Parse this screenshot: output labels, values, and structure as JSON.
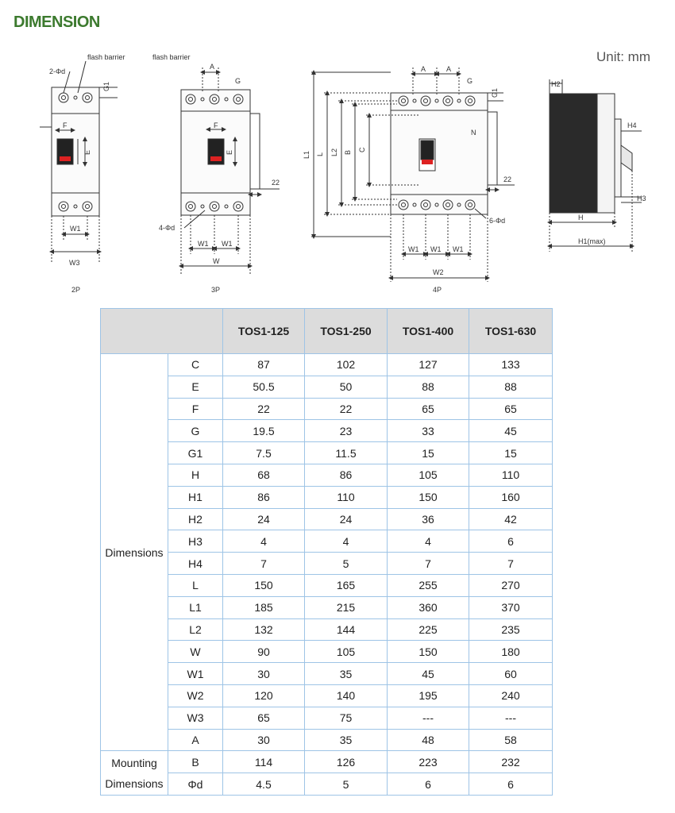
{
  "header": {
    "title": "DIMENSION",
    "unit": "Unit: mm"
  },
  "drawing": {
    "flash_barrier": "flash barrier",
    "labels": {
      "phi_2": "2-Φd",
      "phi_4": "4-Φd",
      "phi_6": "6-Φd",
      "A": "A",
      "G": "G",
      "G1": "G1",
      "F": "F",
      "E": "E",
      "W": "W",
      "W1": "W1",
      "W2": "W2",
      "W3": "W3",
      "L": "L",
      "L1": "L1",
      "L2": "L2",
      "B": "B",
      "C": "C",
      "N": "N",
      "H": "H",
      "H1max": "H1(max)",
      "H2": "H2",
      "H3": "H3",
      "H4": "H4",
      "d22": "22"
    },
    "captions": {
      "p2": "2P",
      "p3": "3P",
      "p4": "4P"
    }
  },
  "table": {
    "models": [
      "TOS1-125",
      "TOS1-250",
      "TOS1-400",
      "TOS1-630"
    ],
    "group_dimensions": "Dimensions",
    "group_mounting_1": "Mounting",
    "group_mounting_2": "Dimensions",
    "rows": [
      {
        "param": "C",
        "values": [
          "87",
          "102",
          "127",
          "133"
        ]
      },
      {
        "param": "E",
        "values": [
          "50.5",
          "50",
          "88",
          "88"
        ]
      },
      {
        "param": "F",
        "values": [
          "22",
          "22",
          "65",
          "65"
        ]
      },
      {
        "param": "G",
        "values": [
          "19.5",
          "23",
          "33",
          "45"
        ]
      },
      {
        "param": "G1",
        "values": [
          "7.5",
          "11.5",
          "15",
          "15"
        ]
      },
      {
        "param": "H",
        "values": [
          "68",
          "86",
          "105",
          "110"
        ]
      },
      {
        "param": "H1",
        "values": [
          "86",
          "110",
          "150",
          "160"
        ]
      },
      {
        "param": "H2",
        "values": [
          "24",
          "24",
          "36",
          "42"
        ]
      },
      {
        "param": "H3",
        "values": [
          "4",
          "4",
          "4",
          "6"
        ]
      },
      {
        "param": "H4",
        "values": [
          "7",
          "5",
          "7",
          "7"
        ]
      },
      {
        "param": "L",
        "values": [
          "150",
          "165",
          "255",
          "270"
        ]
      },
      {
        "param": "L1",
        "values": [
          "185",
          "215",
          "360",
          "370"
        ]
      },
      {
        "param": "L2",
        "values": [
          "132",
          "144",
          "225",
          "235"
        ]
      },
      {
        "param": "W",
        "values": [
          "90",
          "105",
          "150",
          "180"
        ]
      },
      {
        "param": "W1",
        "values": [
          "30",
          "35",
          "45",
          "60"
        ]
      },
      {
        "param": "W2",
        "values": [
          "120",
          "140",
          "195",
          "240"
        ]
      },
      {
        "param": "W3",
        "values": [
          "65",
          "75",
          "---",
          "---"
        ]
      },
      {
        "param": "A",
        "values": [
          "30",
          "35",
          "48",
          "58"
        ]
      },
      {
        "param": "B",
        "values": [
          "114",
          "126",
          "223",
          "232"
        ]
      },
      {
        "param": "Φd",
        "values": [
          "4.5",
          "5",
          "6",
          "6"
        ]
      }
    ]
  }
}
